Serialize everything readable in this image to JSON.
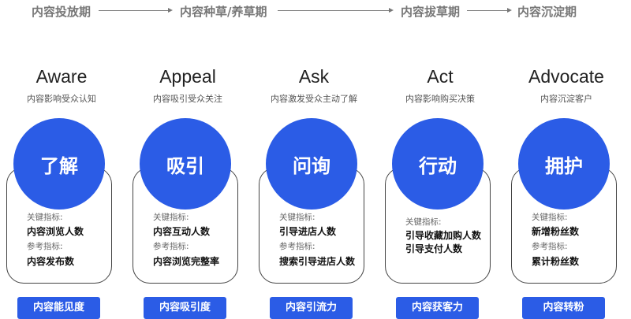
{
  "phases": [
    "内容投放期",
    "内容种草/养草期",
    "内容拔草期",
    "内容沉淀期"
  ],
  "stages": [
    {
      "title": "Aware",
      "subtitle": "内容影响受众认知",
      "circle": "了解",
      "key_label": "关键指标:",
      "key": [
        "内容浏览人数"
      ],
      "ref_label": "参考指标:",
      "ref": "内容发布数",
      "button": "内容能见度"
    },
    {
      "title": "Appeal",
      "subtitle": "内容吸引受众关注",
      "circle": "吸引",
      "key_label": "关键指标:",
      "key": [
        "内容互动人数"
      ],
      "ref_label": "参考指标:",
      "ref": "内容浏览完整率",
      "button": "内容吸引度"
    },
    {
      "title": "Ask",
      "subtitle": "内容激发受众主动了解",
      "circle": "问询",
      "key_label": "关键指标:",
      "key": [
        "引导进店人数"
      ],
      "ref_label": "参考指标:",
      "ref": "搜索引导进店人数",
      "button": "内容引流力"
    },
    {
      "title": "Act",
      "subtitle": "内容影响购买决策",
      "circle": "行动",
      "key_label": "关键指标:",
      "key": [
        "引导收藏加购人数",
        "引导支付人数"
      ],
      "button": "内容获客力"
    },
    {
      "title": "Advocate",
      "subtitle": "内容沉淀客户",
      "circle": "拥护",
      "key_label": "关键指标:",
      "key": [
        "新增粉丝数"
      ],
      "ref_label": "参考指标:",
      "ref": "累计粉丝数",
      "button": "内容转粉"
    }
  ],
  "colors": {
    "accent": "#2b5ce6"
  }
}
